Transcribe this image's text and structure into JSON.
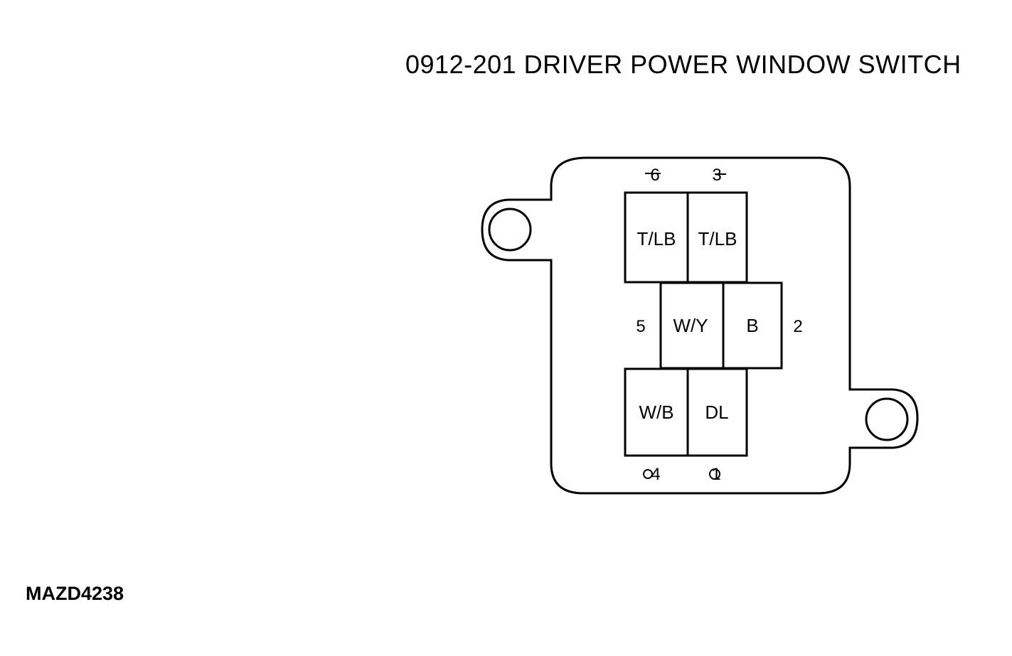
{
  "title": "0912-201 DRIVER POWER WINDOW SWITCH",
  "figure_id": "MAZD4238",
  "connector": {
    "cells": [
      {
        "id": "top-left",
        "label": "T/LB"
      },
      {
        "id": "top-right",
        "label": "T/LB"
      },
      {
        "id": "mid-left",
        "label": "W/Y"
      },
      {
        "id": "mid-right",
        "label": "B"
      },
      {
        "id": "bottom-left",
        "label": "W/B"
      },
      {
        "id": "bottom-right",
        "label": "DL"
      }
    ],
    "pins": {
      "top_left": "6",
      "top_right": "3",
      "mid_left": "5",
      "mid_right": "2",
      "bottom_left": "4",
      "bottom_right": "1"
    }
  }
}
